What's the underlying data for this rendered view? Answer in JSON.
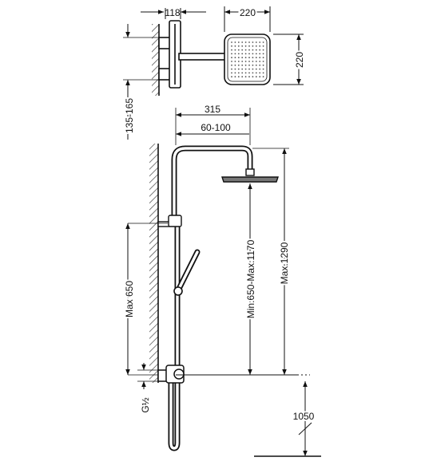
{
  "dimensions": {
    "top_arm_depth": "118",
    "head_width": "220",
    "head_depth": "220",
    "wall_spacing": "135-165",
    "arm_reach": "315",
    "arm_adjust": "60-100",
    "head_height_range": "Min.650-Max.1170",
    "max_height": "Max.1290",
    "bar_height": "Max 650",
    "thread": "G½",
    "floor_height": "1050"
  },
  "colors": {
    "line": "#111111",
    "background": "#ffffff",
    "hatch": "#333333"
  }
}
